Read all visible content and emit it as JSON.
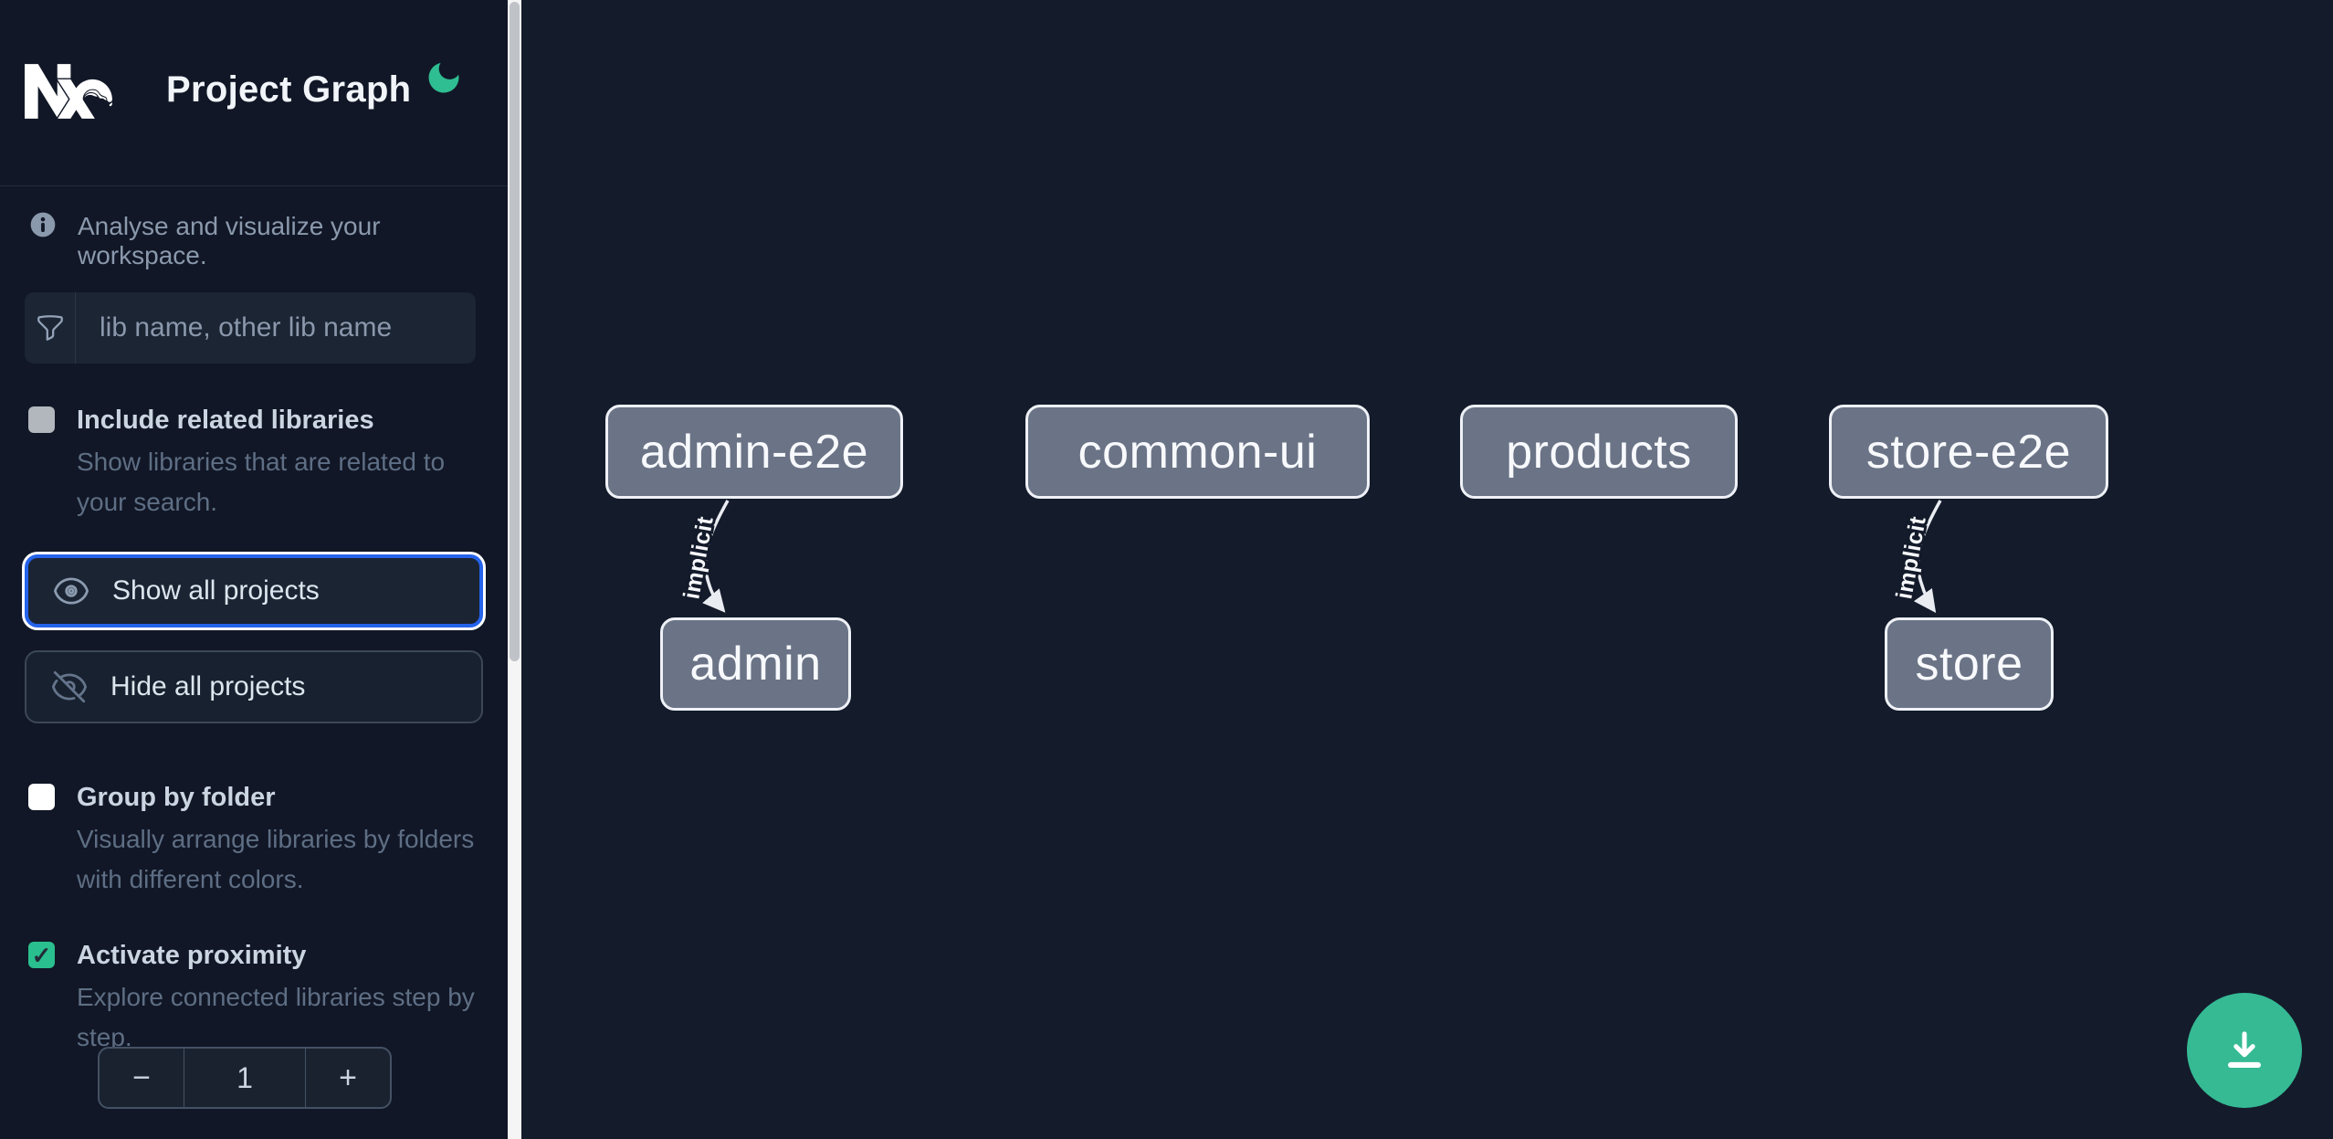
{
  "header": {
    "title": "Project Graph"
  },
  "intro": {
    "text": "Analyse and visualize your workspace."
  },
  "search": {
    "placeholder": "lib name, other lib name",
    "value": ""
  },
  "options": [
    {
      "label": "Include related libraries",
      "description": "Show libraries that are related to your search.",
      "checked": false,
      "disabled": true
    },
    {
      "label": "Group by folder",
      "description": "Visually arrange libraries by folders with different colors.",
      "checked": false
    },
    {
      "label": "Activate proximity",
      "description": "Explore connected libraries step by step.",
      "checked": true,
      "check_glyph": "✓"
    }
  ],
  "actions": {
    "show_all": "Show all projects",
    "hide_all": "Hide all projects"
  },
  "stepper": {
    "decrement": "−",
    "value": "1",
    "increment": "+"
  },
  "graph": {
    "nodes": [
      {
        "label": "admin-e2e"
      },
      {
        "label": "common-ui"
      },
      {
        "label": "products"
      },
      {
        "label": "store-e2e"
      },
      {
        "label": "admin"
      },
      {
        "label": "store"
      }
    ],
    "edges": [
      {
        "from": "admin-e2e",
        "to": "admin",
        "label": "implicit",
        "type": "implicit"
      },
      {
        "from": "store-e2e",
        "to": "store",
        "label": "implicit",
        "type": "implicit"
      }
    ]
  },
  "icons": {
    "logo": "nx-logo",
    "theme": "moon-icon",
    "info": "info-icon",
    "filter": "funnel-icon",
    "show": "eye-icon",
    "hide": "eye-slash-icon",
    "download": "download-icon"
  },
  "colors": {
    "sidebar_bg": "#111726",
    "canvas_bg": "#141b2b",
    "node_fill": "#6b7486",
    "node_border": "#eef1f6",
    "accent_green": "#2abf8e",
    "fab_green": "#35ba94",
    "focus_blue": "#2563eb",
    "label_text": "#cbd5e1",
    "desc_text": "#5e6e84"
  }
}
